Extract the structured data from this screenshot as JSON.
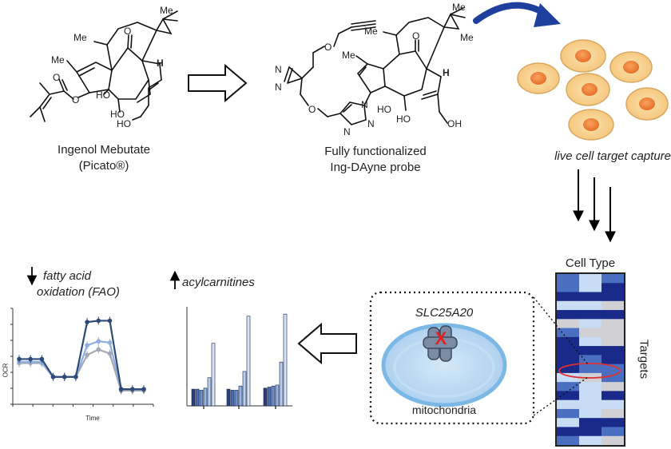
{
  "molecule1": {
    "name": "Ingenol Mebutate",
    "subname": "(Picato®)"
  },
  "molecule2": {
    "name": "Fully functionalized",
    "subname": "Ing-DAyne probe"
  },
  "atoms": {
    "me": "Me",
    "h": "H",
    "o": "O",
    "ho": "HO",
    "oh": "OH",
    "n": "N"
  },
  "capture_label": "live cell target capture",
  "heatmap": {
    "column_label": "Cell Type",
    "row_label": "Targets"
  },
  "mito": {
    "gene": "SLC25A20",
    "label": "mitochondria",
    "mark": "X"
  },
  "fao": {
    "arrow": "↓",
    "line1": "fatty acid",
    "line2": "oxidation (FAO)"
  },
  "acyl": {
    "arrow": "↑",
    "label": "acylcarnitines"
  },
  "chart_data": [
    {
      "type": "line",
      "xlabel": "Time",
      "ylabel": "OCR",
      "x": [
        1,
        2,
        3,
        4,
        5,
        6,
        7,
        8,
        9,
        10,
        11,
        12
      ],
      "series": [
        {
          "color": "#2e4a78",
          "values": [
            3.3,
            3.3,
            3.3,
            2.0,
            2.0,
            2.0,
            6.0,
            6.1,
            6.1,
            1.1,
            1.1,
            1.1
          ]
        },
        {
          "color": "#8eaee0",
          "values": [
            3.1,
            3.1,
            3.1,
            2.0,
            2.0,
            2.0,
            4.3,
            4.6,
            4.5,
            1.1,
            1.1,
            1.1
          ]
        },
        {
          "color": "#a2a9b3",
          "values": [
            3.0,
            3.0,
            3.0,
            2.0,
            2.0,
            2.0,
            3.6,
            4.0,
            3.7,
            1.0,
            1.0,
            1.0
          ]
        }
      ]
    },
    {
      "type": "bar",
      "groups": 3,
      "series": [
        {
          "color": "#2a3f7a",
          "values": [
            1.6,
            1.6,
            1.7
          ]
        },
        {
          "color": "#4a6db0",
          "values": [
            1.6,
            1.5,
            1.8
          ]
        },
        {
          "color": "#6f8fcc",
          "values": [
            1.5,
            1.5,
            1.9
          ]
        },
        {
          "color": "#95b4e2",
          "values": [
            1.7,
            1.9,
            2.0
          ]
        },
        {
          "color": "#b8cfee",
          "values": [
            2.7,
            3.3,
            4.2
          ]
        },
        {
          "color": "#d6e4f7",
          "values": [
            6.0,
            8.6,
            8.8
          ]
        }
      ]
    },
    {
      "type": "heatmap",
      "colors": [
        "#d0d0d5",
        "#1a2a8a",
        "#4a6fc0",
        "#c9dcf5"
      ],
      "rows": [
        [
          2,
          3,
          2
        ],
        [
          2,
          3,
          1
        ],
        [
          1,
          1,
          1
        ],
        [
          3,
          3,
          0
        ],
        [
          1,
          1,
          1
        ],
        [
          0,
          3,
          0
        ],
        [
          2,
          0,
          0
        ],
        [
          1,
          3,
          0
        ],
        [
          1,
          1,
          1
        ],
        [
          1,
          2,
          1
        ],
        [
          1,
          2,
          2
        ],
        [
          3,
          0,
          2
        ],
        [
          2,
          3,
          0
        ],
        [
          1,
          3,
          1
        ],
        [
          3,
          3,
          3
        ],
        [
          2,
          3,
          0
        ],
        [
          3,
          1,
          1
        ],
        [
          1,
          1,
          2
        ],
        [
          2,
          3,
          0
        ]
      ]
    }
  ]
}
